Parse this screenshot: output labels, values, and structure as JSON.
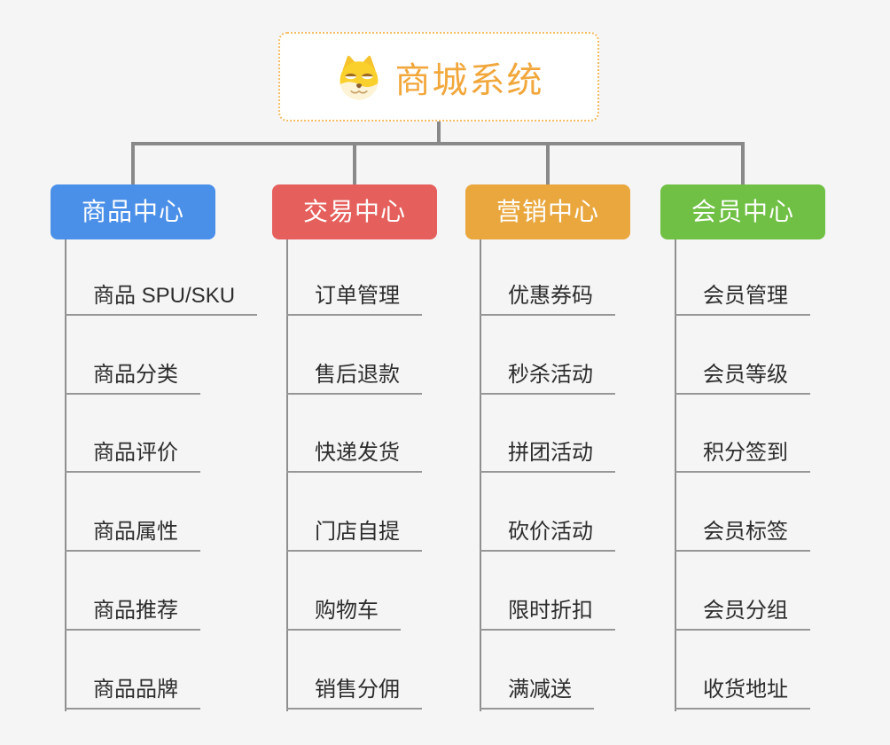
{
  "root": {
    "title": "商城系统",
    "icon": "shiba-dog-icon",
    "accent_color": "#f1a73c",
    "border_color": "#f4bc60"
  },
  "connector_color": "#898989",
  "branches": [
    {
      "label": "商品中心",
      "color": "#4a8fe8",
      "items": [
        "商品 SPU/SKU",
        "商品分类",
        "商品评价",
        "商品属性",
        "商品推荐",
        "商品品牌"
      ]
    },
    {
      "label": "交易中心",
      "color": "#e5605c",
      "items": [
        "订单管理",
        "售后退款",
        "快递发货",
        "门店自提",
        "购物车",
        "销售分佣"
      ]
    },
    {
      "label": "营销中心",
      "color": "#e9a73e",
      "items": [
        "优惠券码",
        "秒杀活动",
        "拼团活动",
        "砍价活动",
        "限时折扣",
        "满减送"
      ]
    },
    {
      "label": "会员中心",
      "color": "#6fc044",
      "items": [
        "会员管理",
        "会员等级",
        "积分签到",
        "会员标签",
        "会员分组",
        "收货地址"
      ]
    }
  ]
}
